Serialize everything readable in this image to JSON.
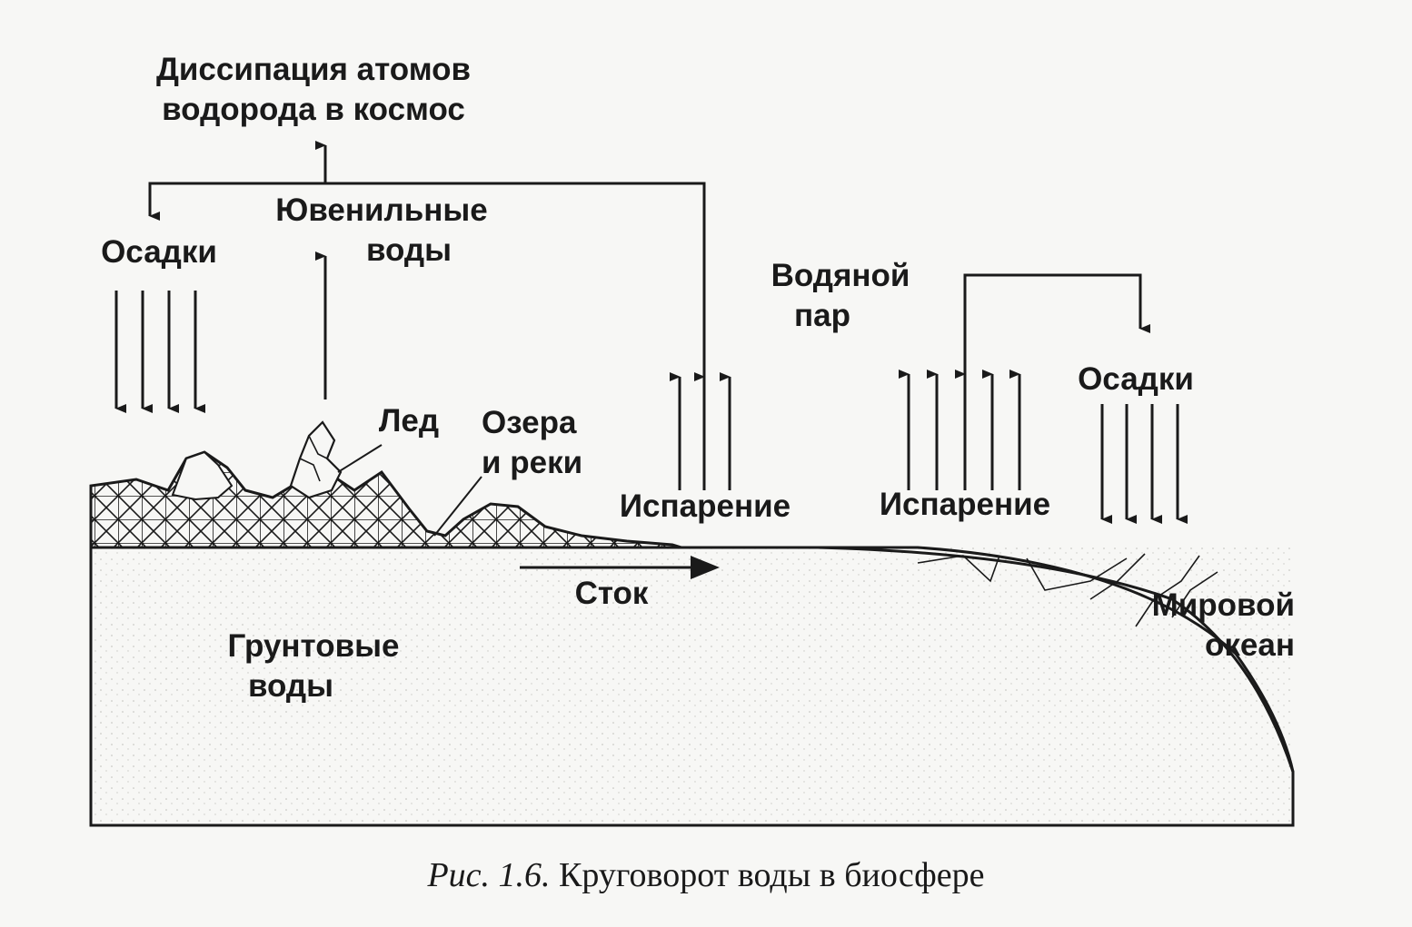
{
  "labels": {
    "dissipation_line1": "Диссипация атомов",
    "dissipation_line2": "водорода в космос",
    "juvenile_line1": "Ювенильные",
    "juvenile_line2": "воды",
    "precip_left": "Осадки",
    "water_vapor_line1": "Водяной",
    "water_vapor_line2": "пар",
    "precip_right": "Осадки",
    "ice": "Лед",
    "lakes_line1": "Озера",
    "lakes_line2": "и реки",
    "evap_left": "Испарение",
    "evap_right": "Испарение",
    "runoff": "Сток",
    "groundwater_line1": "Грунтовые",
    "groundwater_line2": "воды",
    "ocean_line1": "Мировой",
    "ocean_line2": "океан"
  },
  "caption": {
    "figure_number": "Рис. 1.6.",
    "title": "Круговорот воды в биосфере"
  }
}
